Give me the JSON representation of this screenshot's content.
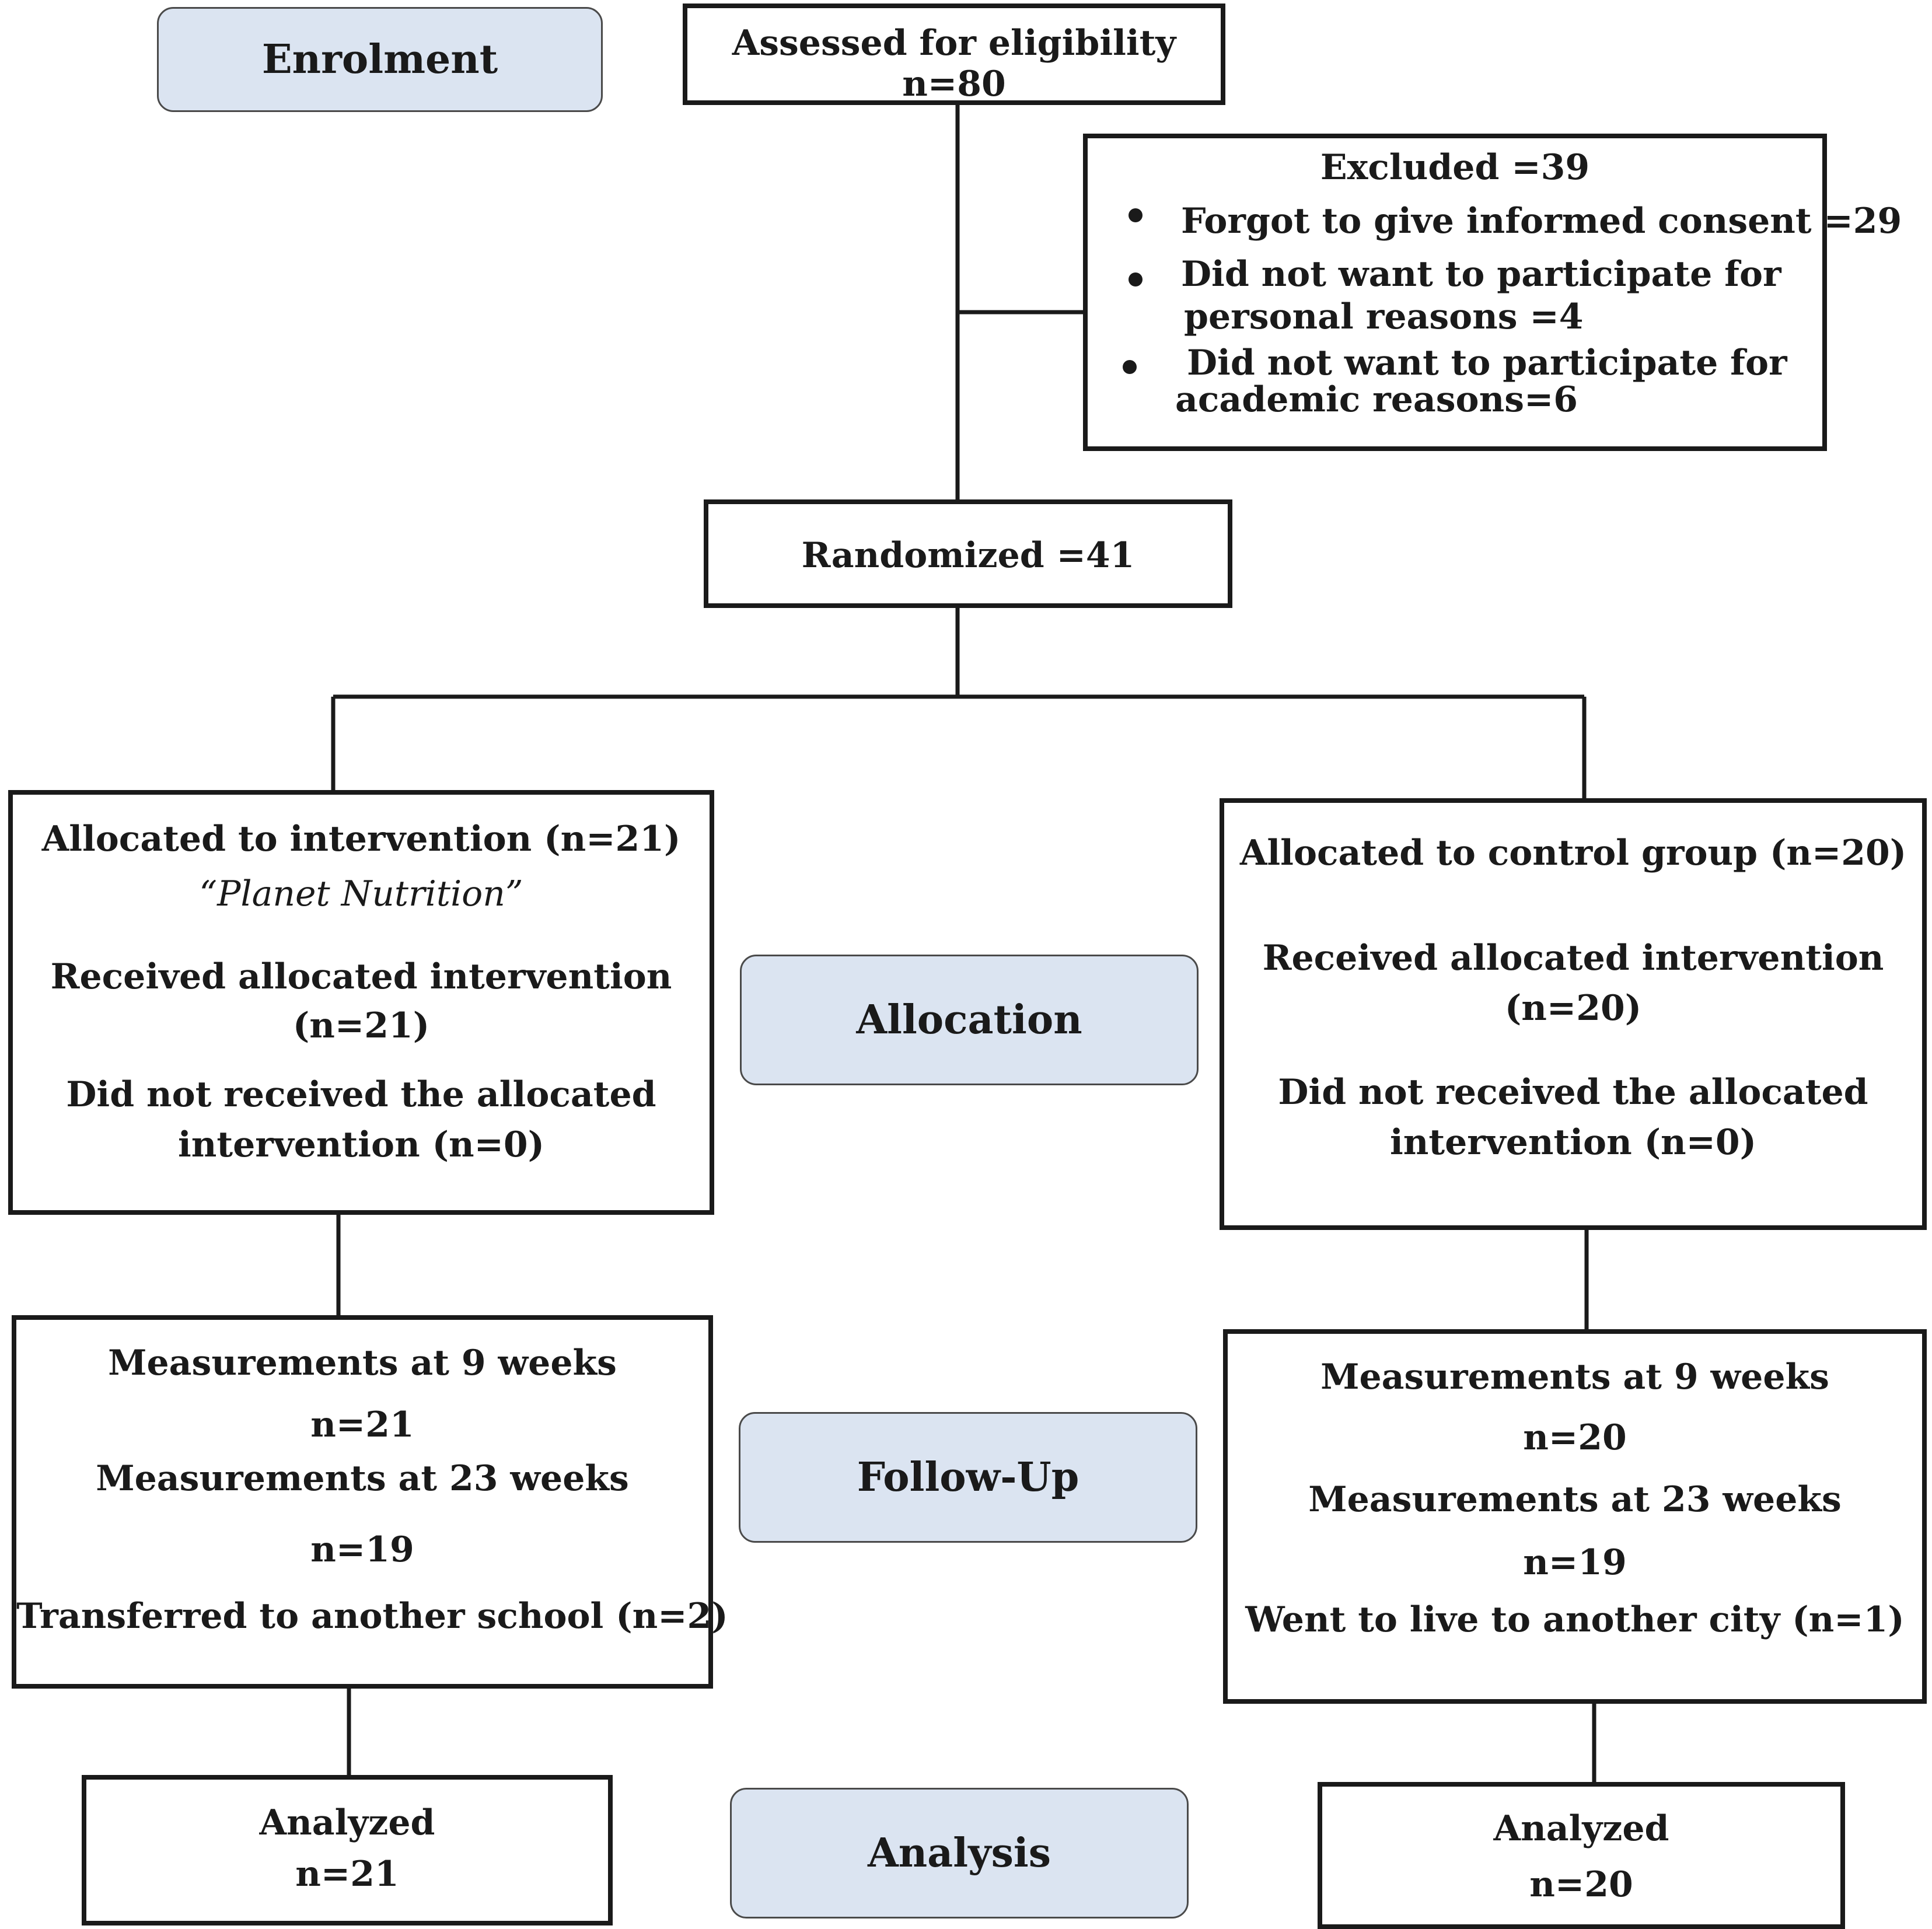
{
  "stages": {
    "enrolment": "Enrolment",
    "allocation": "Allocation",
    "follow_up": "Follow-Up",
    "analysis": "Analysis"
  },
  "eligibility": {
    "line1": "Assessed for eligibility",
    "line2": "n=80"
  },
  "excluded": {
    "title": "Excluded =39",
    "items": [
      {
        "line1": "Forgot to give informed consent =29"
      },
      {
        "line1": "Did not want to participate for",
        "line2": "personal reasons =4"
      },
      {
        "line1": "Did not want to participate for",
        "line2": "academic  reasons=6"
      }
    ]
  },
  "randomized": "Randomized  =41",
  "intervention": {
    "allocated": "Allocated  to intervention  (n=21)",
    "program": "“Planet Nutrition”",
    "received_line1": "Received allocated intervention",
    "received_line2": "(n=21)",
    "not_received_line1": "Did not received the allocated",
    "not_received_line2": "intervention  (n=0)"
  },
  "control": {
    "allocated": "Allocated  to control  group (n=20)",
    "received_line1": "Received  allocated  intervention",
    "received_line2": "(n=20)",
    "not_received_line1": "Did not received the allocated",
    "not_received_line2": "intervention  (n=0)"
  },
  "followup_intervention": {
    "m9": "Measurements  at 9 weeks",
    "m9_n": "n=21",
    "m23": "Measurements  at 23 weeks",
    "m23_n": "n=19",
    "lost": "Transferred to another school  (n=2)"
  },
  "followup_control": {
    "m9": "Measurements  at 9 weeks",
    "m9_n": "n=20",
    "m23": "Measurements  at 23 weeks",
    "m23_n": "n=19",
    "lost": "Went to live  to another city  (n=1)"
  },
  "analyzed_intervention": {
    "label": "Analyzed",
    "n": "n=21"
  },
  "analyzed_control": {
    "label": "Analyzed",
    "n": "n=20"
  }
}
